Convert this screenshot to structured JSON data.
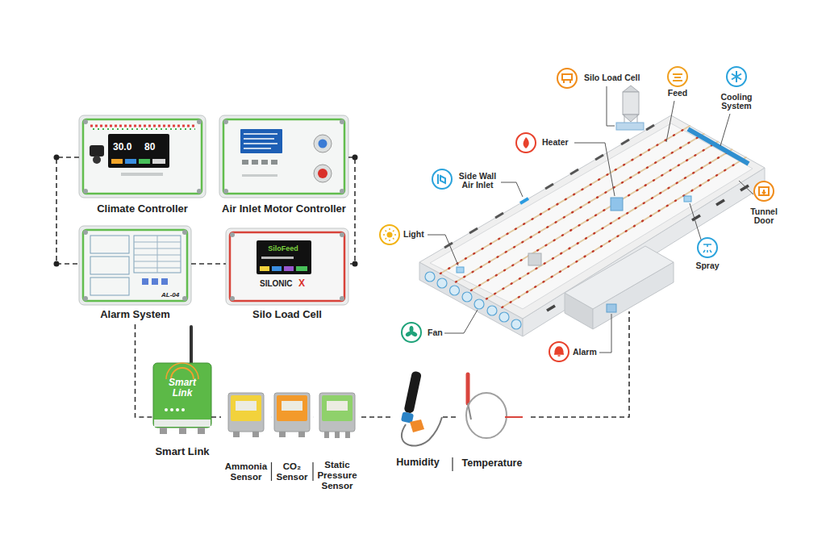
{
  "diagram": {
    "nodes": [
      {
        "text": [
          "Climate Controller"
        ]
      },
      {
        "text": [
          "Air Inlet Motor Controller"
        ]
      },
      {
        "text": [
          "Alarm System"
        ]
      },
      {
        "text": [
          "Silo Load Cell"
        ]
      },
      {
        "text": [
          "Smart Link"
        ]
      },
      {
        "text": [
          "Ammonia Sensor"
        ]
      },
      {
        "text": [
          "CO₂ Sensor"
        ]
      },
      {
        "text": [
          "Static Pressure Sensor"
        ]
      },
      {
        "text": [
          "Humidity"
        ]
      },
      {
        "text": [
          "Temperature"
        ]
      }
    ],
    "edges": [
      {
        "from": 0,
        "to": 2,
        "arrow": "none"
      },
      {
        "from": 1,
        "to": 3,
        "arrow": "none"
      },
      {
        "from": 2,
        "to": 3,
        "arrow": "none"
      },
      {
        "from": 2,
        "to": 4,
        "arrow": "none"
      },
      {
        "from": 4,
        "to": 5,
        "arrow": "none"
      },
      {
        "from": 5,
        "to": 6,
        "arrow": "none"
      },
      {
        "from": 6,
        "to": 7,
        "arrow": "none"
      },
      {
        "from": 7,
        "to": 8,
        "arrow": "none"
      },
      {
        "from": 8,
        "to": 9,
        "arrow": "none"
      }
    ],
    "labels": [
      "30.0",
      "80",
      "AL-04",
      "SiloFeed",
      "SILONIC",
      "X",
      "Smart Link",
      "Silo Load Cell",
      "Feed",
      "Cooling System",
      "Heater",
      "Side Wall Air Inlet",
      "Tunnel Door",
      "Light",
      "Spray",
      "Fan",
      "Alarm"
    ]
  }
}
